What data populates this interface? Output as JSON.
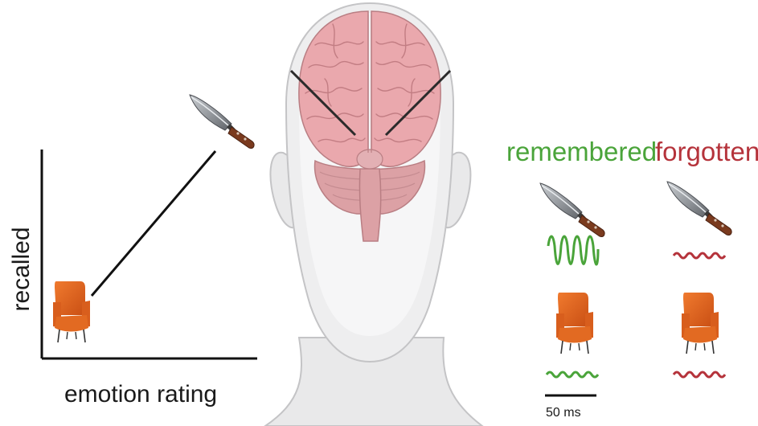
{
  "labels": {
    "y_axis": "recalled",
    "x_axis": "emotion rating",
    "remembered": "remembered",
    "forgotten": "forgotten",
    "scale_bar": "50 ms"
  },
  "colors": {
    "remembered": "#4aa43a",
    "forgotten": "#b5333b",
    "brain": "#e8a9ad",
    "chair": "#e8641f",
    "head": "#e9e9ea",
    "knife_handle": "#7a3a1e",
    "knife_blade": "#8e9297"
  },
  "icons": [
    "knife-icon",
    "chair-icon",
    "brain-illustration",
    "head-silhouette",
    "oscillation-wave"
  ]
}
